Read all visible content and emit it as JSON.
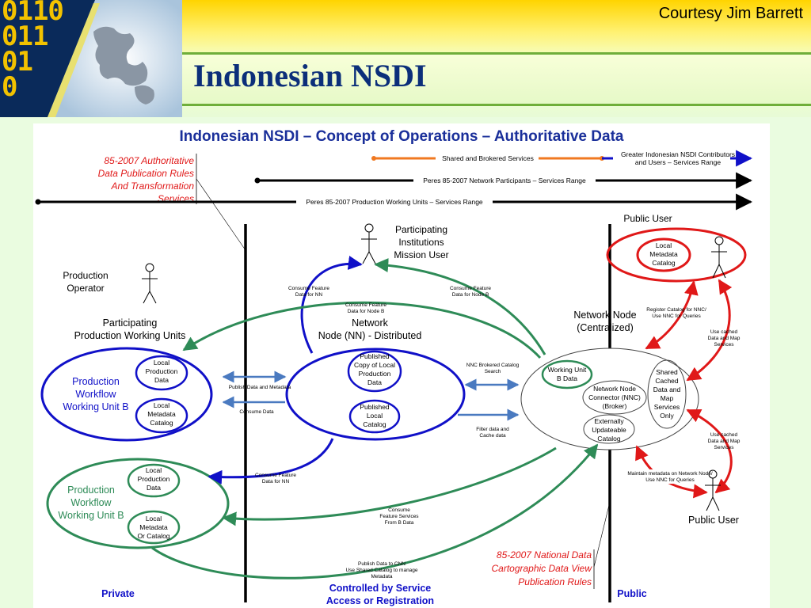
{
  "header": {
    "courtesy": "Courtesy Jim Barrett",
    "title": "Indonesian NSDI",
    "logo_digits": "0110\n011\n01\n0"
  },
  "diagram": {
    "title": "Indonesian NSDI – Concept of Operations – Authoritative Data",
    "rules_top": [
      "85-2007 Authoritative",
      "Data Publication Rules",
      "And Transformation",
      "Services"
    ],
    "rules_bottom": [
      "85-2007 National Data",
      "Cartographic Data View",
      "Publication Rules"
    ],
    "ranges": {
      "shared": "Shared and Brokered Services",
      "greater": [
        "Greater Indonesian NSDI Contributors",
        "and Users – Services Range"
      ],
      "participants": "Peres 85-2007 Network Participants – Services Range",
      "production": "Peres 85-2007 Production Working Units – Services Range"
    },
    "actors": {
      "production_operator": [
        "Production",
        "Operator"
      ],
      "participating_institutions": [
        "Participating",
        "Institutions",
        "Mission User"
      ],
      "public_user_top": "Public User",
      "public_user_bottom": "Public User"
    },
    "groups": {
      "participating_units": [
        "Participating",
        "Production Working Units"
      ],
      "network_node_nn": [
        "Network",
        "Node (NN) - Distributed"
      ],
      "network_node_central": [
        "Network Node",
        "(Centralized)"
      ]
    },
    "units": {
      "top": [
        "Production",
        "Workflow",
        "Working Unit B"
      ],
      "bottom": [
        "Production",
        "Workflow",
        "Working Unit B"
      ]
    },
    "stores": {
      "local_production_data": [
        "Local",
        "Production",
        "Data"
      ],
      "local_metadata_catalog": [
        "Local",
        "Metadata",
        "Catalog"
      ],
      "local_production_data_2": [
        "Local",
        "Production",
        "Data"
      ],
      "local_metadata_or_catalog": [
        "Local",
        "Metadata",
        "Or Catalog"
      ],
      "published_copy": [
        "Published",
        "Copy of Local",
        "Production",
        "Data"
      ],
      "published_local_catalog": [
        "Published",
        "Local",
        "Catalog"
      ],
      "working_unit_b_data": [
        "Working Unit",
        "B Data"
      ],
      "nnc": [
        "Network Node",
        "Connector (NNC)",
        "(Broker)"
      ],
      "shared_cached": [
        "Shared",
        "Cached",
        "Data and",
        "Map",
        "Services",
        "Only"
      ],
      "externally_updateable": [
        "Externally",
        "Updateable",
        "Catalog"
      ],
      "public_local_metadata": [
        "Local",
        "Metadata",
        "Catalog"
      ]
    },
    "small_labels": {
      "consume_feature_nn": [
        "Consume Feature",
        "Data for NN"
      ],
      "consume_feature_node_b_right": [
        "Consume Feature",
        "Data for Node B"
      ],
      "consume_feature_node_b_mid": [
        "Consume Feature",
        "Data for Node B"
      ],
      "publish_data_metadata": "Publish Data and Metadata",
      "consume_data": "Consume Data",
      "nnc_brokered": [
        "NNC Brokered Catalog",
        "Search"
      ],
      "filter_cache": [
        "Filter data and",
        "Cache data"
      ],
      "consume_feature_nn_lower": [
        "Consume Feature",
        "Data for NN"
      ],
      "consume_services_b": [
        "Consume",
        "Feature Services",
        "From B Data"
      ],
      "publish_cnn": [
        "Publish Data to CNN",
        "Use Shared Catalog to manage",
        "Metadata"
      ],
      "register_catalog": [
        "Register Catalog for NNC/",
        "Use NNC for Queries"
      ],
      "use_cached_top": [
        "Use cached",
        "Data and Map",
        "Services"
      ],
      "use_cached_bottom": [
        "Use cached",
        "Data and Map",
        "Services"
      ],
      "maintain_metadata": [
        "Maintain metadata on Network Node/",
        "Use NNC for Queries"
      ]
    },
    "zones": {
      "private": "Private",
      "controlled": [
        "Controlled by Service",
        "Access or Registration"
      ],
      "public": "Public"
    },
    "colors": {
      "blue": "#1010c8",
      "green": "#2e8b57",
      "red": "#e01818",
      "orange": "#f07820",
      "steel": "#4a7ac0",
      "title_blue": "#0c2f7a"
    }
  }
}
